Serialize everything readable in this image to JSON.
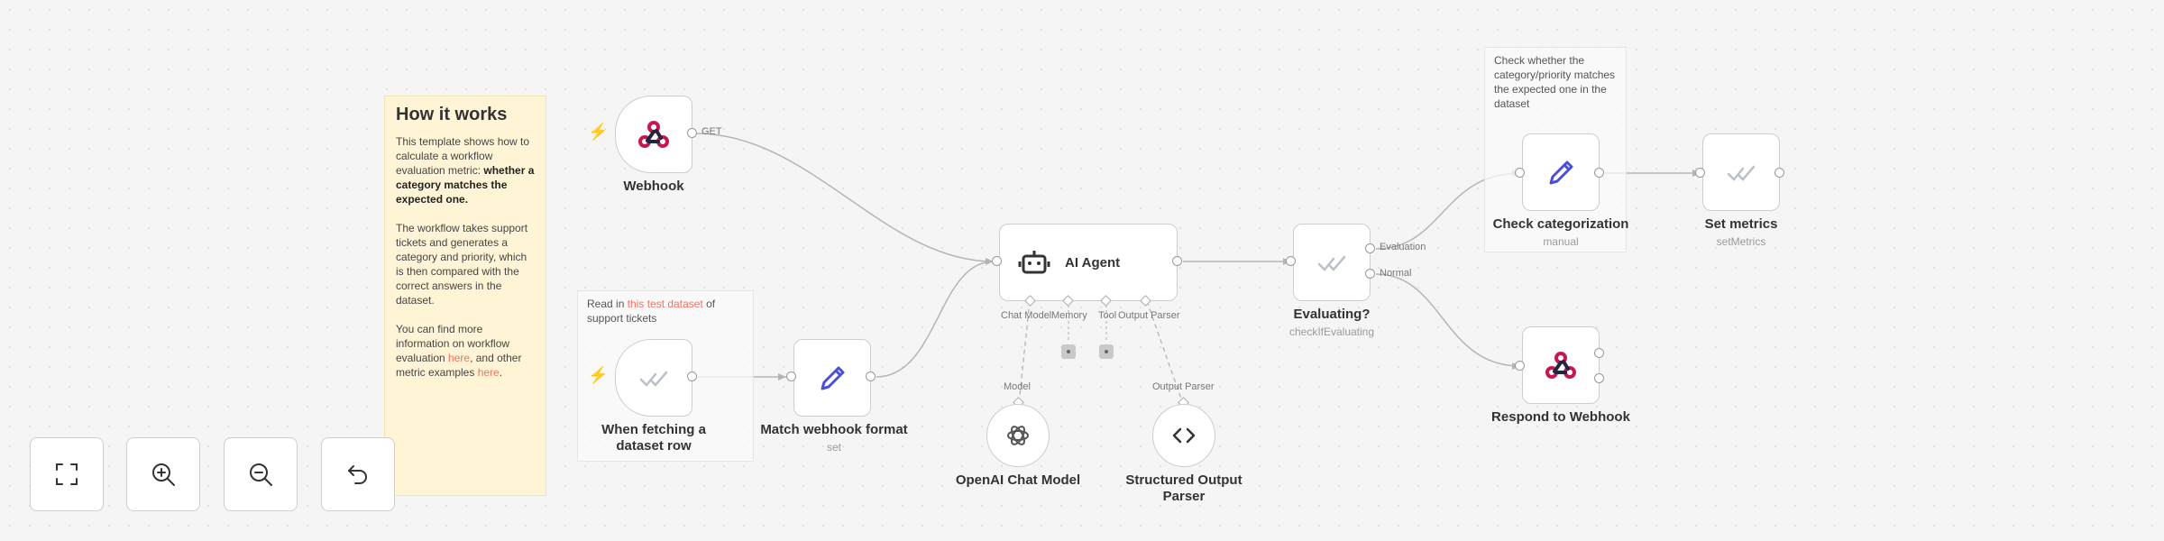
{
  "sticky": {
    "title": "How it works",
    "p1_text": "This template shows how to calculate a workflow evaluation metric: ",
    "p1_bold": "whether a category matches the expected one.",
    "p2": "The workflow takes support tickets and generates a category and priority, which is then compared with the correct answers in the dataset.",
    "p3_a": "You can find more information on workflow evaluation ",
    "p3_link1": "here",
    "p3_b": ", and other metric examples ",
    "p3_link2": "here",
    "p3_c": "."
  },
  "note_dataset": {
    "prefix": "Read in ",
    "link": "this test dataset",
    "suffix": " of support tickets"
  },
  "note_check": "Check whether the category/priority matches the expected one in the dataset",
  "nodes": {
    "webhook": {
      "label": "Webhook",
      "port_label": "GET"
    },
    "fetch": {
      "label": "When fetching a dataset row"
    },
    "match": {
      "label": "Match webhook format",
      "sub": "set"
    },
    "agent": {
      "label": "AI Agent",
      "port_chat": "Chat Model",
      "port_memory": "Memory",
      "port_tool": "Tool",
      "port_parser": "Output Parser"
    },
    "evaluating": {
      "label": "Evaluating?",
      "sub": "checkIfEvaluating",
      "out1": "Evaluation",
      "out2": "Normal"
    },
    "check": {
      "label": "Check categorization",
      "sub": "manual"
    },
    "metrics": {
      "label": "Set metrics",
      "sub": "setMetrics"
    },
    "respond": {
      "label": "Respond to Webhook"
    },
    "openai": {
      "label": "OpenAI Chat Model",
      "port_label": "Model"
    },
    "parser": {
      "label": "Structured Output Parser",
      "port_label": "Output Parser"
    }
  },
  "controls": {
    "fit": "fit-view-icon",
    "zoom_in": "zoom-in-icon",
    "zoom_out": "zoom-out-icon",
    "reset": "reset-zoom-icon"
  },
  "colors": {
    "accent": "#ff6d5a",
    "pencil": "#4a4fd8",
    "webhook": "#c8174f",
    "edge": "#b0b0b0"
  }
}
